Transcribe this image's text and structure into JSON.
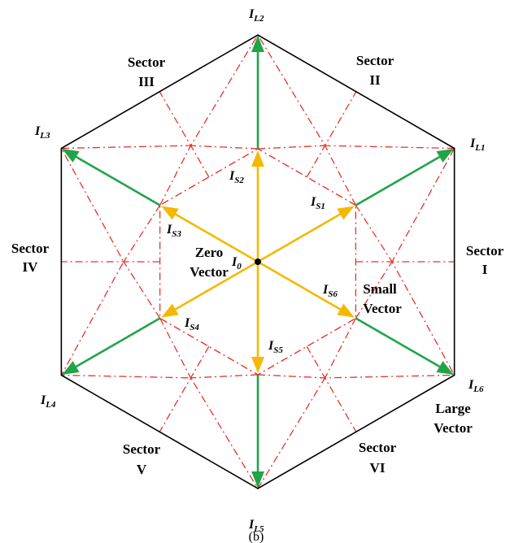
{
  "colors": {
    "hexagon": "#000000",
    "large_vector": "#1fa548",
    "small_vector": "#f5b800",
    "sector_lines": "#e8322d",
    "zero_point": "#000000"
  },
  "vectors": {
    "large": [
      {
        "main": "I",
        "sub": "L1"
      },
      {
        "main": "I",
        "sub": "L2"
      },
      {
        "main": "I",
        "sub": "L3"
      },
      {
        "main": "I",
        "sub": "L4"
      },
      {
        "main": "I",
        "sub": "L5"
      },
      {
        "main": "I",
        "sub": "L6"
      }
    ],
    "small": [
      {
        "main": "I",
        "sub": "S1"
      },
      {
        "main": "I",
        "sub": "S2"
      },
      {
        "main": "I",
        "sub": "S3"
      },
      {
        "main": "I",
        "sub": "S4"
      },
      {
        "main": "I",
        "sub": "S5"
      },
      {
        "main": "I",
        "sub": "S6"
      }
    ],
    "zero": {
      "main": "I",
      "sub": "0"
    }
  },
  "sectors": [
    {
      "line1": "Sector",
      "line2": "I"
    },
    {
      "line1": "Sector",
      "line2": "II"
    },
    {
      "line1": "Sector",
      "line2": "III"
    },
    {
      "line1": "Sector",
      "line2": "IV"
    },
    {
      "line1": "Sector",
      "line2": "V"
    },
    {
      "line1": "Sector",
      "line2": "VI"
    }
  ],
  "annotations": {
    "zero_vector": {
      "line1": "Zero",
      "line2": "Vector"
    },
    "small_vector": {
      "line1": "Small",
      "line2": "Vector"
    },
    "large_vector": {
      "line1": "Large",
      "line2": "Vector"
    }
  },
  "caption": "(b)"
}
